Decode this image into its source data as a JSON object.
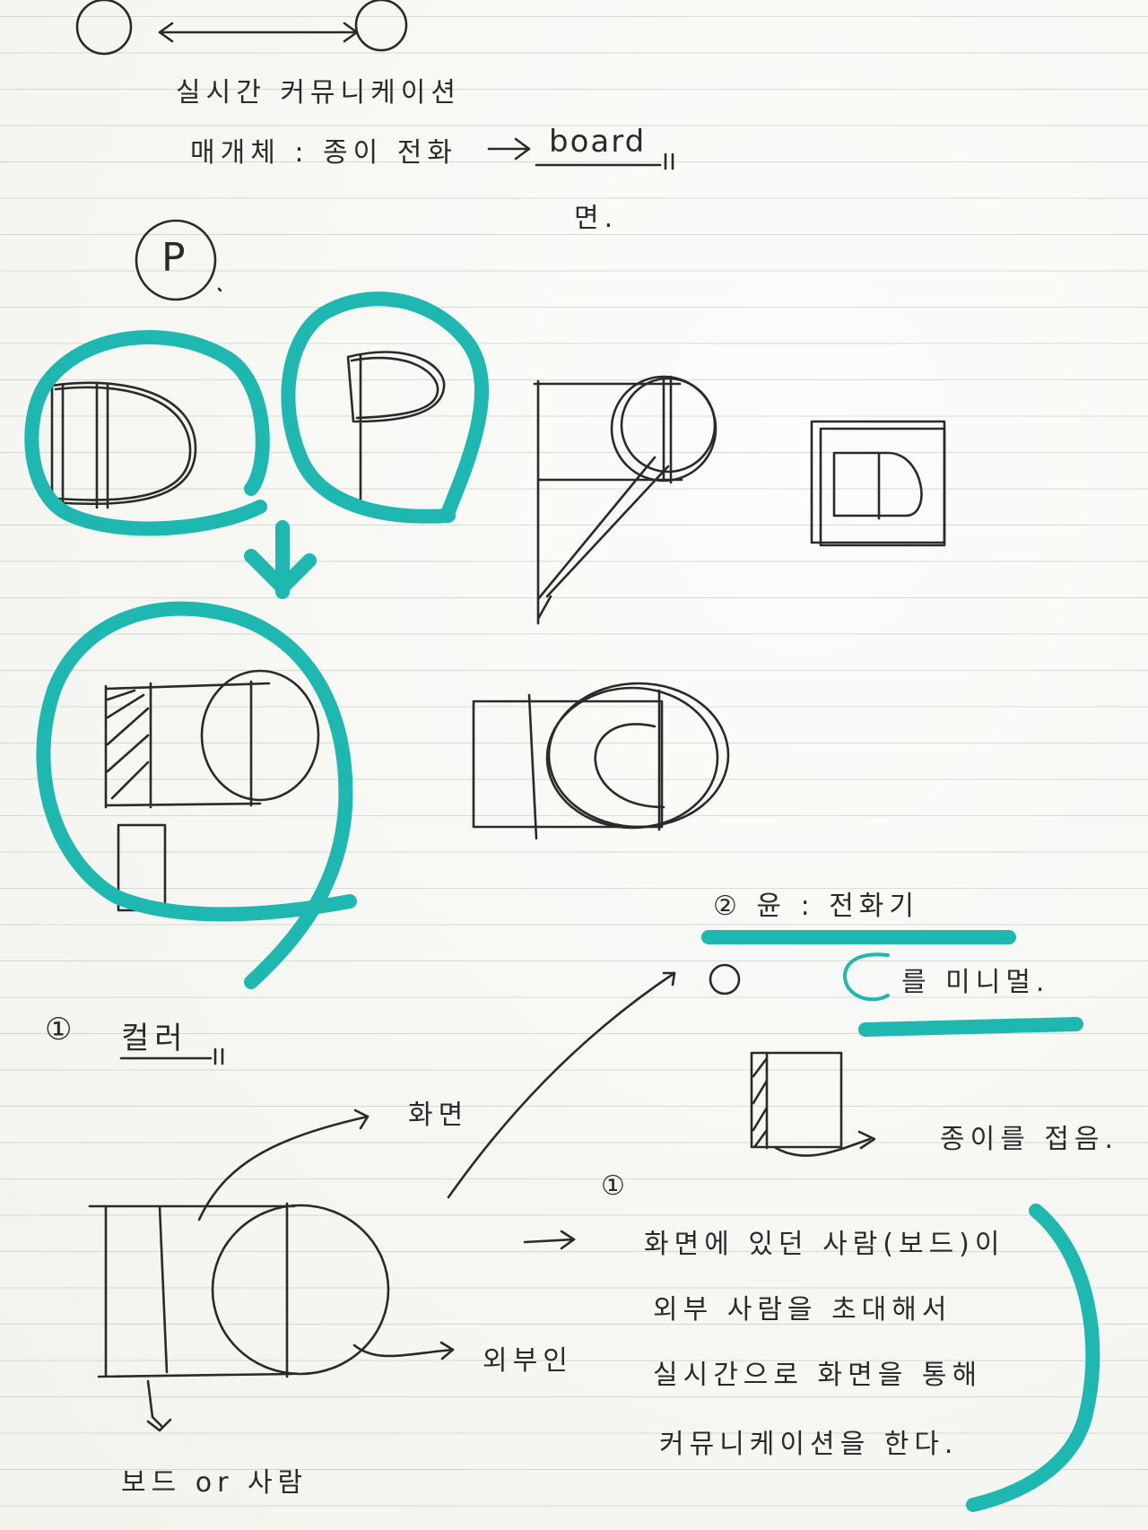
{
  "colors": {
    "ink": "#2a2a2a",
    "highlight": "#1fb8b0",
    "paper": "#f7f7f3"
  },
  "notes": {
    "top_caption": "실시간 커뮤니케이션",
    "medium_line": "매개체 : 종이 전화",
    "board_word": "board",
    "myeon": "면.",
    "circle_p": "P",
    "section2_title": "② 윤 : 전화기",
    "section2_sub": "를 미니멀.",
    "section1_num": "①",
    "section1_title": "컬러",
    "screen_label": "화면",
    "outside_label": "외부인",
    "board_or_person": "보드 or 사람",
    "fold_paper": "종이를 접음.",
    "desc_num": "①",
    "desc_lines": [
      "화면에 있던 사람(보드)이",
      "외부 사람을 초대해서",
      "실시간으로 화면을 통해",
      "커뮤니케이션을 한다."
    ]
  }
}
